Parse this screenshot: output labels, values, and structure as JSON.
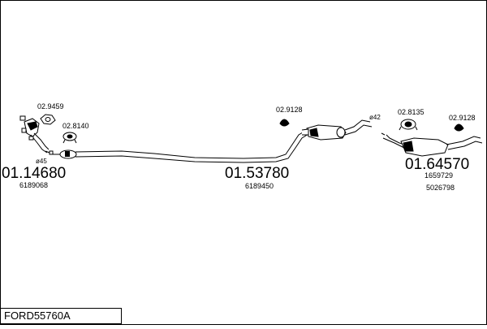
{
  "frame_title": "FORD55760A",
  "colors": {
    "line": "#000000",
    "background": "#ffffff"
  },
  "parts": {
    "front": {
      "number": "01.14680",
      "oem": "6189068"
    },
    "middle": {
      "number": "01.53780",
      "oem": "6189450"
    },
    "rear": {
      "number": "01.64570",
      "oem_1": "1659729",
      "oem_2": "5026798"
    }
  },
  "fittings": {
    "gasket_front": "02.9459",
    "hanger_front": "02.8140",
    "hanger_middle": "02.9128",
    "clamp_rear": "02.8135",
    "hanger_rear": "02.9128"
  },
  "diameters": {
    "front": "ø45",
    "middle": "ø42"
  },
  "icons": [
    "catalytic-converter-icon",
    "gasket-icon",
    "hanger-icon",
    "clamp-icon",
    "silencer-icon"
  ]
}
